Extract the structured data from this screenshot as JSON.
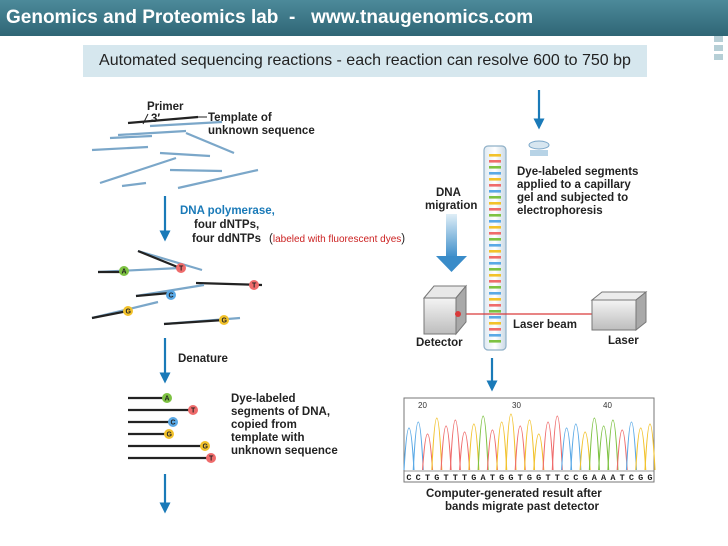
{
  "header": {
    "title": "Genomics and Proteomics lab  -   www.tnaugenomics.com",
    "subtitle": "Automated sequencing reactions - each reaction can resolve 600 to 750 bp"
  },
  "left": {
    "primer": "Primer",
    "three_prime": "3′",
    "template_line1": "Template of",
    "template_line2": "unknown sequence",
    "dna_polymerase": "DNA polymerase,",
    "four_dntps": "four dNTPs,",
    "four_ddntps": "four ddNTPs",
    "dye_note_open": "(",
    "dye_note": "labeled with fluorescent dyes",
    "dye_note_close": ")",
    "denature": "Denature",
    "segments_line1": "Dye-labeled",
    "segments_line2": "segments of DNA,",
    "segments_line3": "copied from",
    "segments_line4": "template with",
    "segments_line5": "unknown sequence",
    "bases": [
      "A",
      "T",
      "T",
      "C",
      "G",
      "G"
    ],
    "segment_bases": [
      "A",
      "T",
      "C",
      "G",
      "G",
      "T"
    ]
  },
  "right": {
    "dye_applied_line1": "Dye-labeled segments",
    "dye_applied_line2": "applied to a capillary",
    "dye_applied_line3": "gel and subjected to",
    "dye_applied_line4": "electrophoresis",
    "dna_migration_line1": "DNA",
    "dna_migration_line2": "migration",
    "laser_beam": "Laser beam",
    "detector": "Detector",
    "laser": "Laser",
    "axis_numbers": [
      "20",
      "30",
      "40"
    ],
    "sequence": [
      "C",
      "C",
      "T",
      "G",
      "T",
      "T",
      "T",
      "G",
      "A",
      "T",
      "G",
      "G",
      "T",
      "G",
      "G",
      "T",
      "T",
      "C",
      "C",
      "G",
      "A",
      "A",
      "A",
      "T",
      "C",
      "G",
      "G"
    ],
    "result_line1": "Computer-generated result after",
    "result_line2": "bands migrate past detector"
  },
  "colors": {
    "header_bg": "#3a7685",
    "subtitle_bg": "#d6e7ee",
    "arrow_blue": "#1a7ab8",
    "base_A": "#7dc242",
    "base_T": "#ef6b6b",
    "base_C": "#5aa9e6",
    "base_G": "#f2c22b",
    "laser_red": "#d93a3a"
  }
}
